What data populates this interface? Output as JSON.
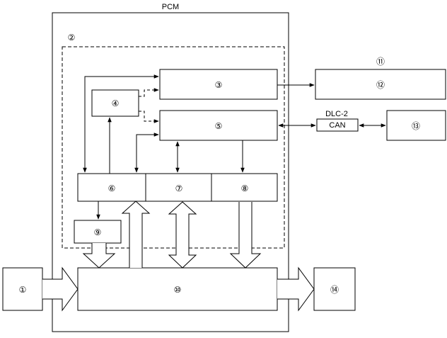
{
  "pcm_label": "PCM",
  "dlc_label": "DLC-2",
  "can_label": "CAN",
  "labels": {
    "n1": "①",
    "n2": "②",
    "n3": "③",
    "n4": "④",
    "n5": "⑤",
    "n6": "⑥",
    "n7": "⑦",
    "n8": "⑧",
    "n9": "⑨",
    "n10": "⑩",
    "n11": "⑪",
    "n12": "⑫",
    "n13": "⑬",
    "n14": "⑭"
  }
}
